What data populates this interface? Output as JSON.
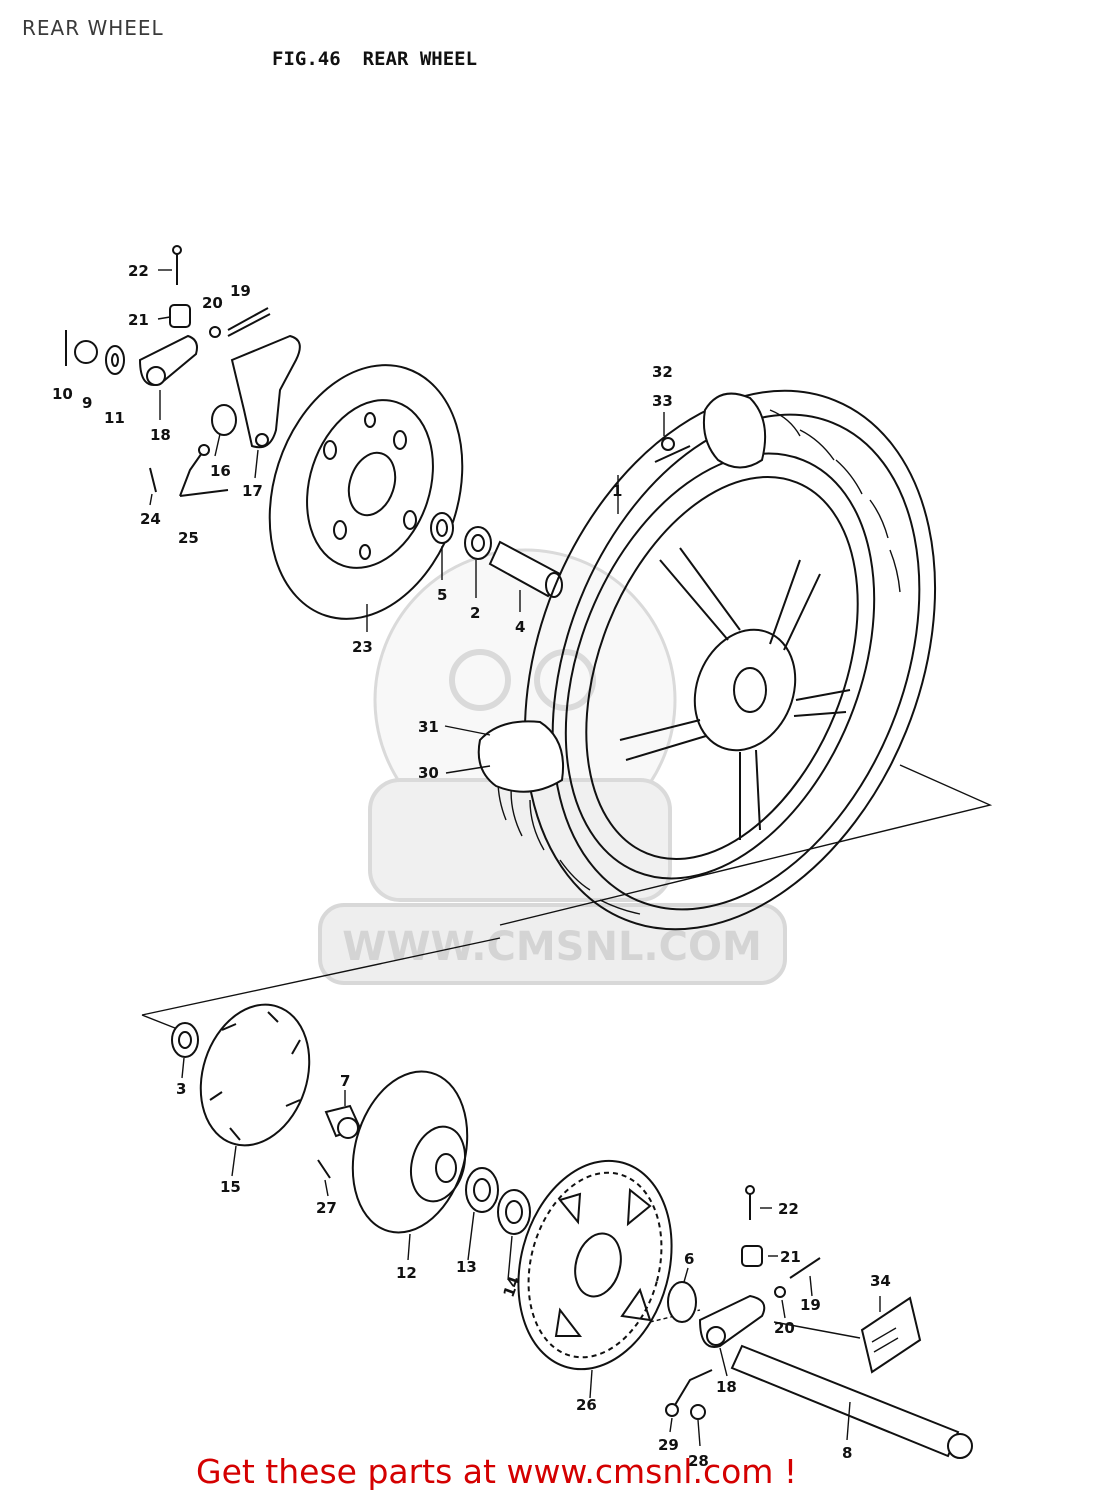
{
  "header": {
    "page_title": "REAR WHEEL",
    "figure_number": "FIG.46",
    "figure_title": "REAR WHEEL"
  },
  "parts": [
    {
      "id": "p22a",
      "label": "22"
    },
    {
      "id": "p21a",
      "label": "21"
    },
    {
      "id": "p20a",
      "label": "20"
    },
    {
      "id": "p19a",
      "label": "19"
    },
    {
      "id": "p10",
      "label": "10"
    },
    {
      "id": "p9",
      "label": "9"
    },
    {
      "id": "p11",
      "label": "11"
    },
    {
      "id": "p18a",
      "label": "18"
    },
    {
      "id": "p16",
      "label": "16"
    },
    {
      "id": "p17",
      "label": "17"
    },
    {
      "id": "p24",
      "label": "24"
    },
    {
      "id": "p25",
      "label": "25"
    },
    {
      "id": "p23",
      "label": "23"
    },
    {
      "id": "p5",
      "label": "5"
    },
    {
      "id": "p2",
      "label": "2"
    },
    {
      "id": "p4",
      "label": "4"
    },
    {
      "id": "p1",
      "label": "1"
    },
    {
      "id": "p32",
      "label": "32"
    },
    {
      "id": "p33",
      "label": "33"
    },
    {
      "id": "p31",
      "label": "31"
    },
    {
      "id": "p30",
      "label": "30"
    },
    {
      "id": "p3",
      "label": "3"
    },
    {
      "id": "p15",
      "label": "15"
    },
    {
      "id": "p7",
      "label": "7"
    },
    {
      "id": "p27",
      "label": "27"
    },
    {
      "id": "p12",
      "label": "12"
    },
    {
      "id": "p13",
      "label": "13"
    },
    {
      "id": "p14",
      "label": "14"
    },
    {
      "id": "p26",
      "label": "26"
    },
    {
      "id": "p22b",
      "label": "22"
    },
    {
      "id": "p21b",
      "label": "21"
    },
    {
      "id": "p19b",
      "label": "19"
    },
    {
      "id": "p20b",
      "label": "20"
    },
    {
      "id": "p6",
      "label": "6"
    },
    {
      "id": "p34",
      "label": "34"
    },
    {
      "id": "p18b",
      "label": "18"
    },
    {
      "id": "p29",
      "label": "29"
    },
    {
      "id": "p28",
      "label": "28"
    },
    {
      "id": "p8",
      "label": "8"
    }
  ],
  "watermark": {
    "text": "WWW.CMSNL.COM"
  },
  "footer": {
    "link_text": "Get these parts at www.cmsnl.com !",
    "link_color": "#d40000"
  }
}
